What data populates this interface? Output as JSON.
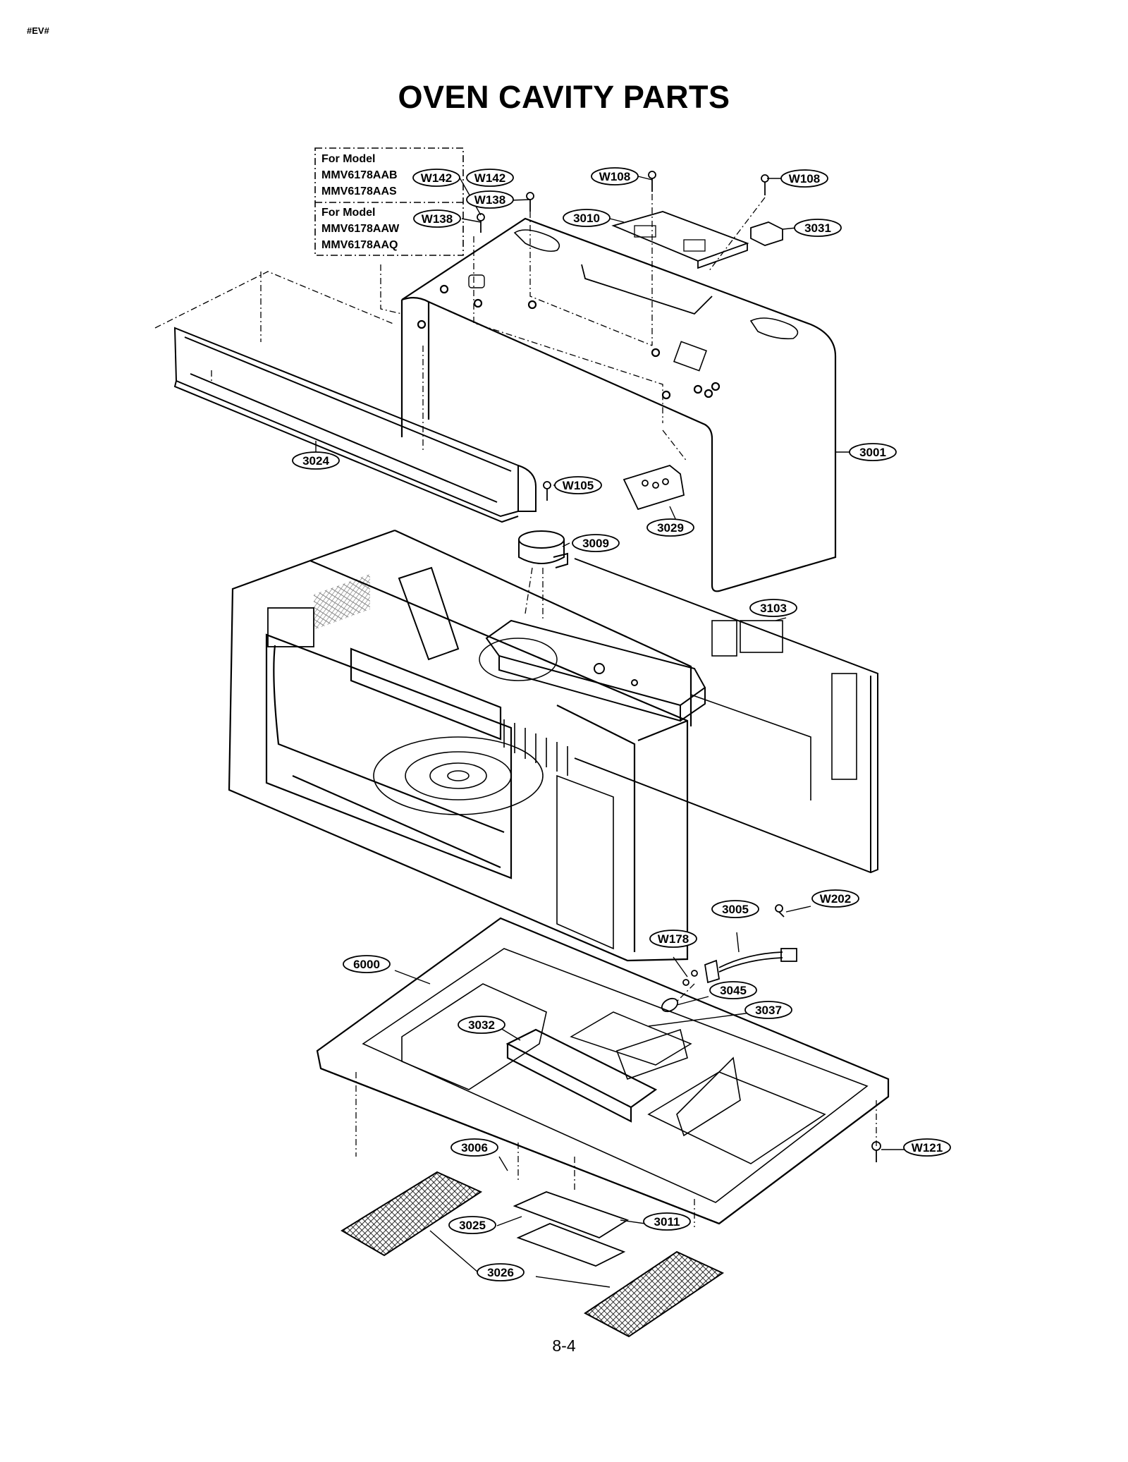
{
  "header_code": "#EV#",
  "title": "OVEN CAVITY PARTS",
  "page_number": "8-4",
  "model_box": {
    "group1": [
      "For Model",
      "MMV6178AAB",
      "MMV6178AAS"
    ],
    "group2": [
      "For Model",
      "MMV6178AAW",
      "MMV6178AAQ"
    ]
  },
  "parts": {
    "w142a": "W142",
    "w142b": "W142",
    "w138a": "W138",
    "w138b": "W138",
    "w108a": "W108",
    "w108b": "W108",
    "p3010": "3010",
    "p3031": "3031",
    "p3024": "3024",
    "p3001": "3001",
    "w105": "W105",
    "p3029": "3029",
    "p3009": "3009",
    "p3103": "3103",
    "p3005": "3005",
    "w202": "W202",
    "w178": "W178",
    "p6000": "6000",
    "p3045": "3045",
    "p3037": "3037",
    "p3032": "3032",
    "w121": "W121",
    "p3006": "3006",
    "p3025": "3025",
    "p3011": "3011",
    "p3026": "3026"
  }
}
